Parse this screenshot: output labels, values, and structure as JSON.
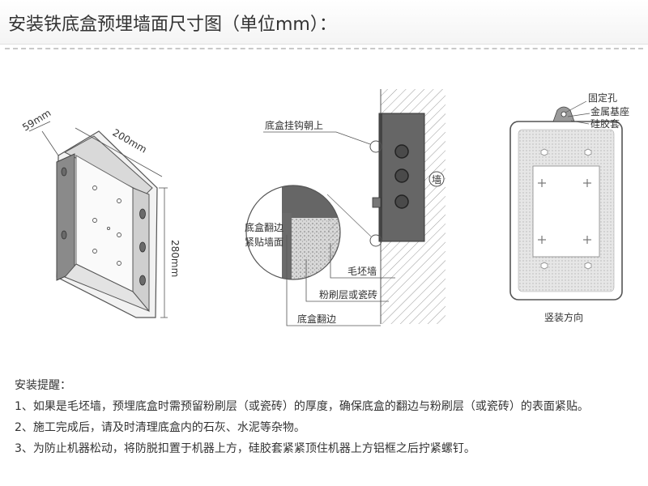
{
  "title": "安装铁底盒预埋墙面尺寸图（单位mm）：",
  "left_diagram": {
    "depth": "59mm",
    "width": "200mm",
    "height": "280mm"
  },
  "middle_diagram": {
    "hook_label": "底盒挂钩朝上",
    "wall_label": "墙",
    "flange_label_line1": "底盒翻边",
    "flange_label_line2": "紧贴墙面",
    "rough_wall_label": "毛坯墙",
    "plaster_label": "粉刷层或瓷砖",
    "flange_bottom_label": "底盒翻边"
  },
  "right_diagram": {
    "fix_hole_label": "固定孔",
    "metal_base_label": "金属基座",
    "silicone_label": "硅胶套",
    "caption": "竖装方向"
  },
  "notes": {
    "heading": "安装提醒：",
    "items": [
      "1、如果是毛坯墙，预埋底盒时需预留粉刷层（或瓷砖）的厚度，确保底盒的翻边与粉刷层（或瓷砖）的表面紧贴。",
      "2、施工完成后，请及时清理底盒内的石灰、水泥等杂物。",
      "3、为防止机器松动，将防脱扣置于机器上方，硅胶套紧紧顶住机器上方铝框之后拧紧螺钉。"
    ]
  }
}
